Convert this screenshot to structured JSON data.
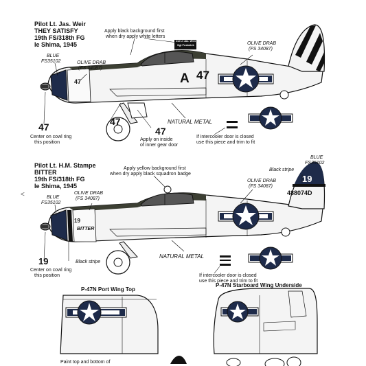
{
  "profile1": {
    "pilot": "Pilot Lt. Jas. Weir",
    "name": "THEY SATISFY",
    "unit": "19th FS/318th FG",
    "place": "Ie Shima, 1945",
    "callout_black_bg": [
      "Apply black background first",
      "when dry apply white letters"
    ],
    "nameplate_lines": [
      "1st Lt Jas. Weir",
      "Sgt Fostwick"
    ],
    "callout_olive_tail": [
      "OLIVE DRAB",
      "(FS 34087)"
    ],
    "callout_olive_nose": [
      "OLIVE DRAB",
      "(FS 34087)"
    ],
    "callout_blue": [
      "BLUE",
      "FS35102"
    ],
    "fuselage_letter": "A",
    "fuselage_number": "47",
    "cowl_number": "47",
    "gear_door_number": "47",
    "loose_number": "47",
    "callout_inner_door": [
      "Apply on inside",
      "of inner gear door"
    ],
    "callout_cowl_ring": [
      "Center on cowl ring",
      "this position"
    ],
    "natural_metal": "NATURAL METAL",
    "callout_intercooler": [
      "If intercooler door is closed",
      "use this piece and trim to fit"
    ]
  },
  "profile2": {
    "pilot": "Pilot Lt. H.M. Stampe",
    "name": "BITTER",
    "unit": "19th FS/318th FG",
    "place": "Ie Shima, 1945",
    "callout_yellow_bg": [
      "Apply yellow background first",
      "when dry apply black squadron badge"
    ],
    "callout_blue_tail": [
      "BLUE",
      "FS35102"
    ],
    "callout_black_stripe_tail": "Black stripe",
    "callout_olive_tail": [
      "OLIVE DRAB",
      "(FS 34087)"
    ],
    "callout_olive_nose": [
      "OLIVE DRAB",
      "(FS 34087)"
    ],
    "callout_blue": [
      "BLUE",
      "FS35102"
    ],
    "fin_number": "19",
    "serial": "488074D",
    "nose_name": "BITTER",
    "cowl_number": "19",
    "loose_number": "19",
    "callout_black_stripe_cowl": "Black stripe",
    "callout_cowl_ring": [
      "Center on cowl ring",
      "this position"
    ],
    "natural_metal": "NATURAL METAL",
    "callout_intercooler": [
      "If intercooler door is closed",
      "use this piece and trim to fit"
    ]
  },
  "wings": {
    "port_top_title": "P-47N Port Wing Top",
    "starboard_under_title": "P-47N Starboard Wing Underside",
    "bottom_note": "Paint top and bottom of"
  },
  "colors": {
    "olive_drab": "#3c3f33",
    "blue": "#1e2b4a",
    "natural_metal": "#f4f4f4",
    "black": "#111111"
  }
}
